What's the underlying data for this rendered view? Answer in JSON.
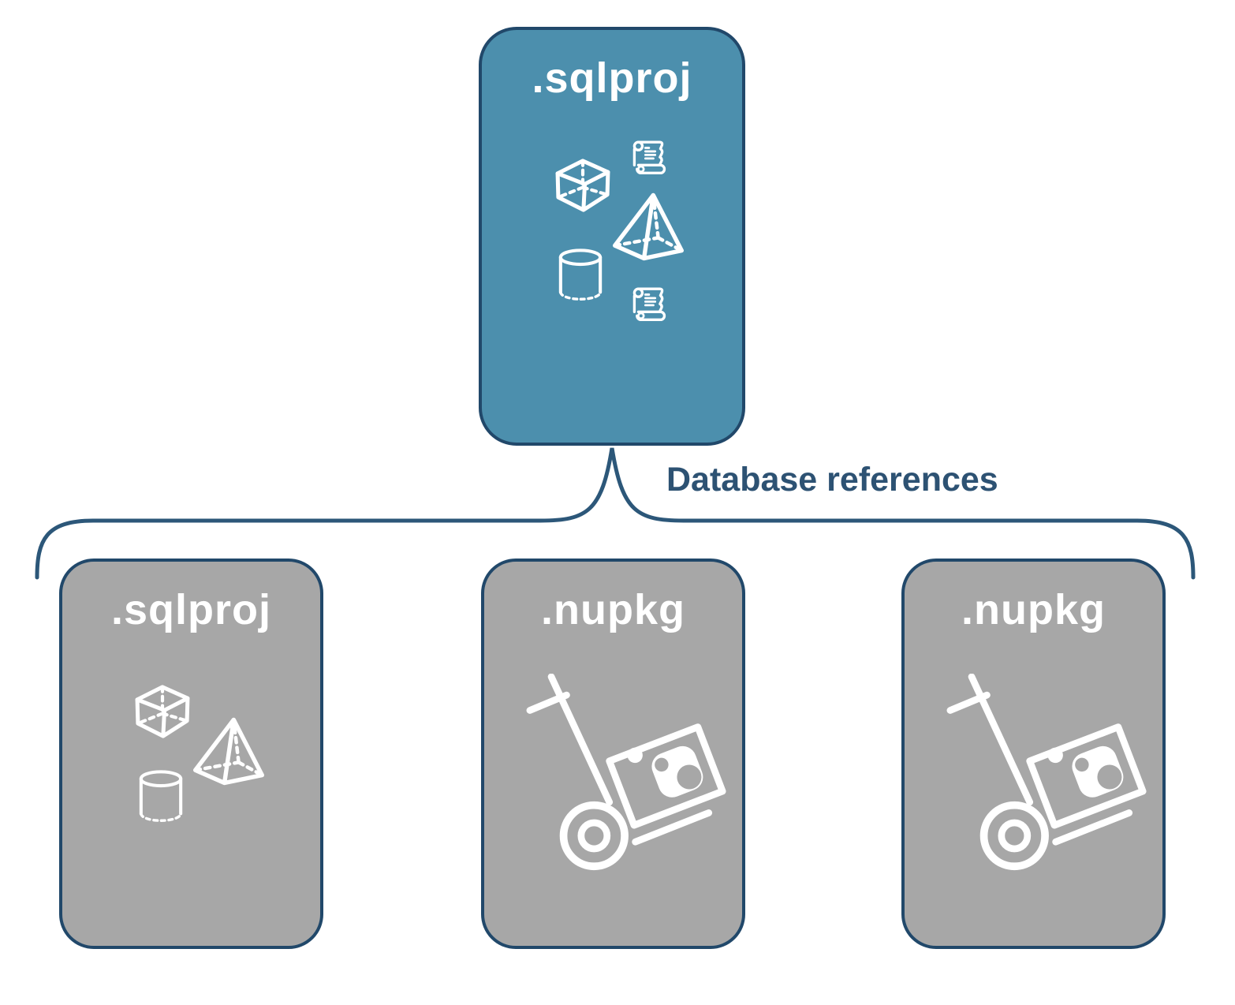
{
  "colors": {
    "accent_blue": "#4C8FAD",
    "node_gray": "#A7A7A7",
    "border_navy": "#21486A",
    "connector_navy": "#2C5779",
    "label_navy": "#2D5273",
    "icon_white": "#FFFFFF"
  },
  "nodes": {
    "root": {
      "label": ".sqlproj",
      "icons": [
        "cube-icon",
        "script-scroll-icon",
        "pyramid-icon",
        "cylinder-icon",
        "script-scroll-icon"
      ]
    },
    "children": [
      {
        "label": ".sqlproj",
        "icons": [
          "cube-icon",
          "pyramid-icon",
          "cylinder-icon"
        ]
      },
      {
        "label": ".nupkg",
        "icons": [
          "hand-truck-package-icon"
        ]
      },
      {
        "label": ".nupkg",
        "icons": [
          "hand-truck-package-icon"
        ]
      }
    ]
  },
  "connector": {
    "label": "Database references"
  }
}
